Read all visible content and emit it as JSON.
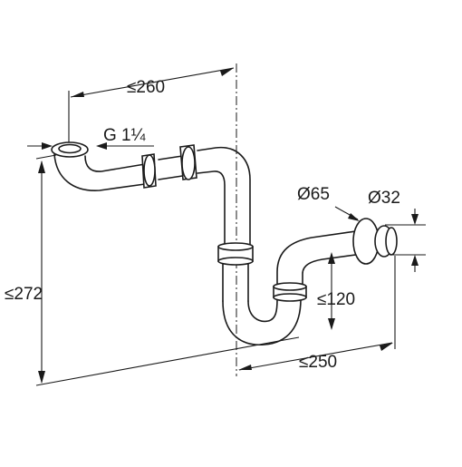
{
  "labels": {
    "width_top": "≤260",
    "thread": "G 1¼",
    "height_total": "≤272",
    "diam_outer": "Ø65",
    "diam_pipe": "Ø32",
    "height_outlet": "≤120",
    "width_bottom": "≤250"
  },
  "colors": {
    "line": "#1a1a1a",
    "background": "#ffffff"
  }
}
